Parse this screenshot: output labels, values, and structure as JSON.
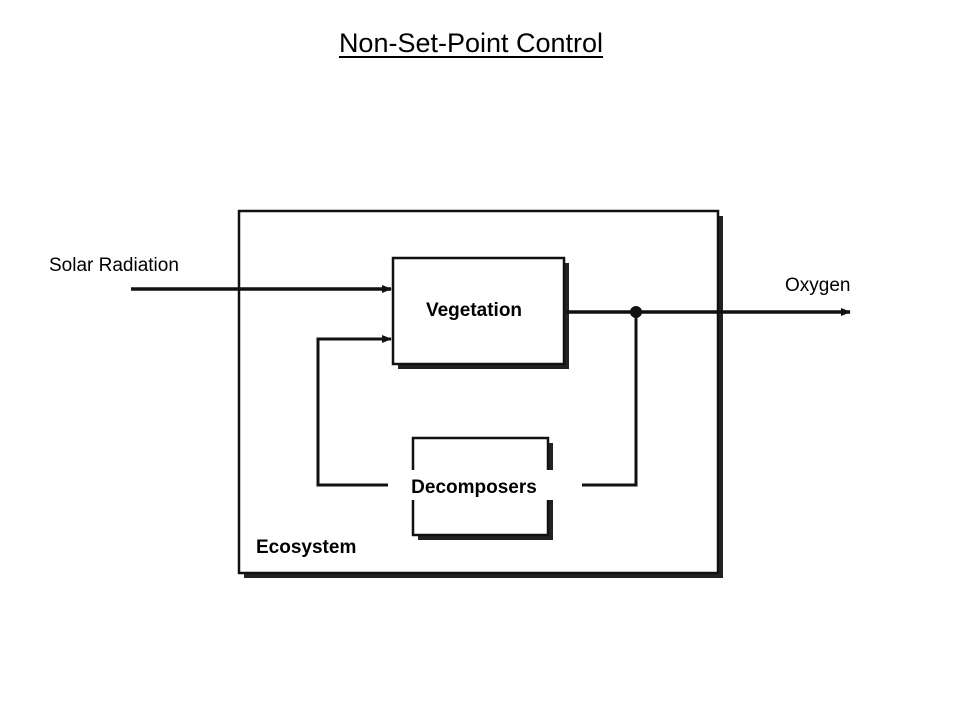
{
  "title": "Non-Set-Point Control",
  "labels": {
    "input": "Solar Radiation",
    "output": "Oxygen",
    "producer": "Vegetation",
    "decomposer": "Decomposers",
    "system": "Ecosystem"
  },
  "colors": {
    "stroke": "#111111",
    "shadow": "#222222",
    "background": "#ffffff"
  }
}
